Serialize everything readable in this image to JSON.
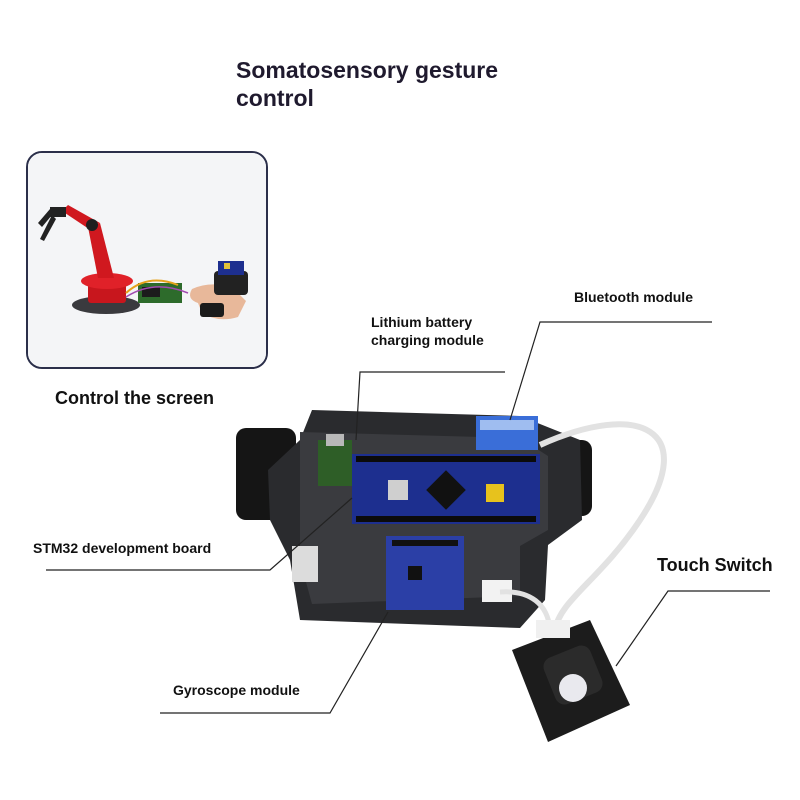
{
  "title": "Somatosensory gesture control",
  "photo_caption": "Control the screen",
  "labels": {
    "bluetooth": "Bluetooth module",
    "lithium_line1": "Lithium battery",
    "lithium_line2": "charging module",
    "stm32": "STM32 development board",
    "gyroscope": "Gyroscope module",
    "touch_switch": "Touch Switch"
  },
  "colors": {
    "arm_red": "#d0181f",
    "board_blue": "#1d2f8f",
    "plate_dark": "#2a2b2e",
    "strap_black": "#151515",
    "leader_line": "#222222"
  }
}
